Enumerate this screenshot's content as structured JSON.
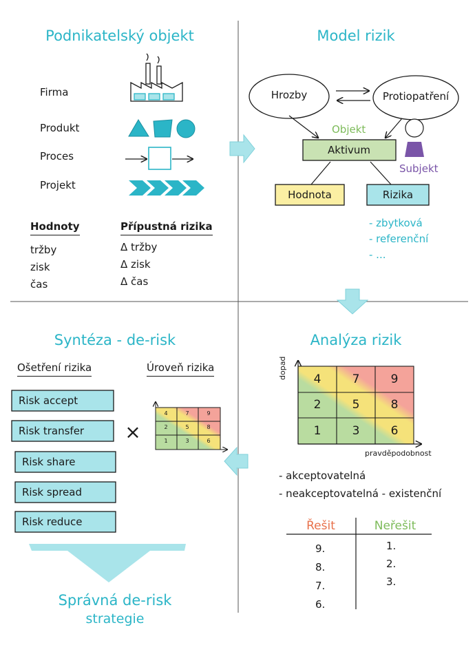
{
  "q1": {
    "title": "Podnikatelský objekt",
    "rows": [
      "Firma",
      "Produkt",
      "Proces",
      "Projekt"
    ],
    "values_header": "Hodnoty",
    "risks_header": "Přípustná rizika",
    "values": [
      "tržby",
      "zisk",
      "čas"
    ],
    "risks": [
      "Δ tržby",
      "Δ zisk",
      "Δ čas"
    ]
  },
  "q2": {
    "title": "Model rizik",
    "threats": "Hrozby",
    "countermeasures": "Protiopatření",
    "object_label": "Objekt",
    "asset": "Aktivum",
    "subject_label": "Subjekt",
    "value": "Hodnota",
    "risks": "Rizika",
    "risk_types": [
      "- zbytková",
      "- referenční",
      "- ..."
    ]
  },
  "q3": {
    "title": "Analýza rizik",
    "y_axis": "dopad",
    "x_axis": "pravděpodobnost",
    "matrix": [
      [
        "4",
        "7",
        "9"
      ],
      [
        "2",
        "5",
        "8"
      ],
      [
        "1",
        "3",
        "6"
      ]
    ],
    "categories": [
      "- akceptovatelná",
      "- neakceptovatelná - existenční"
    ],
    "solve_header": "Řešit",
    "nosolve_header": "Neřešit",
    "solve": [
      "9.",
      "8.",
      "7.",
      "6."
    ],
    "nosolve": [
      "1.",
      "2.",
      "3."
    ]
  },
  "q4": {
    "title": "Syntéza - de-risk",
    "treatment_header": "Ošetření rizika",
    "level_header": "Úroveň rizika",
    "treatments": [
      "Risk accept",
      "Risk transfer",
      "Risk share",
      "Risk spread",
      "Risk reduce"
    ],
    "times": "×",
    "matrix": [
      [
        "4",
        "7",
        "9"
      ],
      [
        "2",
        "5",
        "8"
      ],
      [
        "1",
        "3",
        "6"
      ]
    ],
    "result": [
      "Správná de-risk",
      "strategie"
    ]
  },
  "colors": {
    "teal": "#2bb5c7",
    "light_teal": "#a9e4ea",
    "green_box": "#c9e2b3",
    "yellow_box": "#fbefa3",
    "risk_box": "#a9e4ea",
    "purple": "#7a55a8",
    "matrix_green": "#b9dca0",
    "matrix_yellow": "#f5e27a",
    "matrix_red": "#f4a39a"
  }
}
